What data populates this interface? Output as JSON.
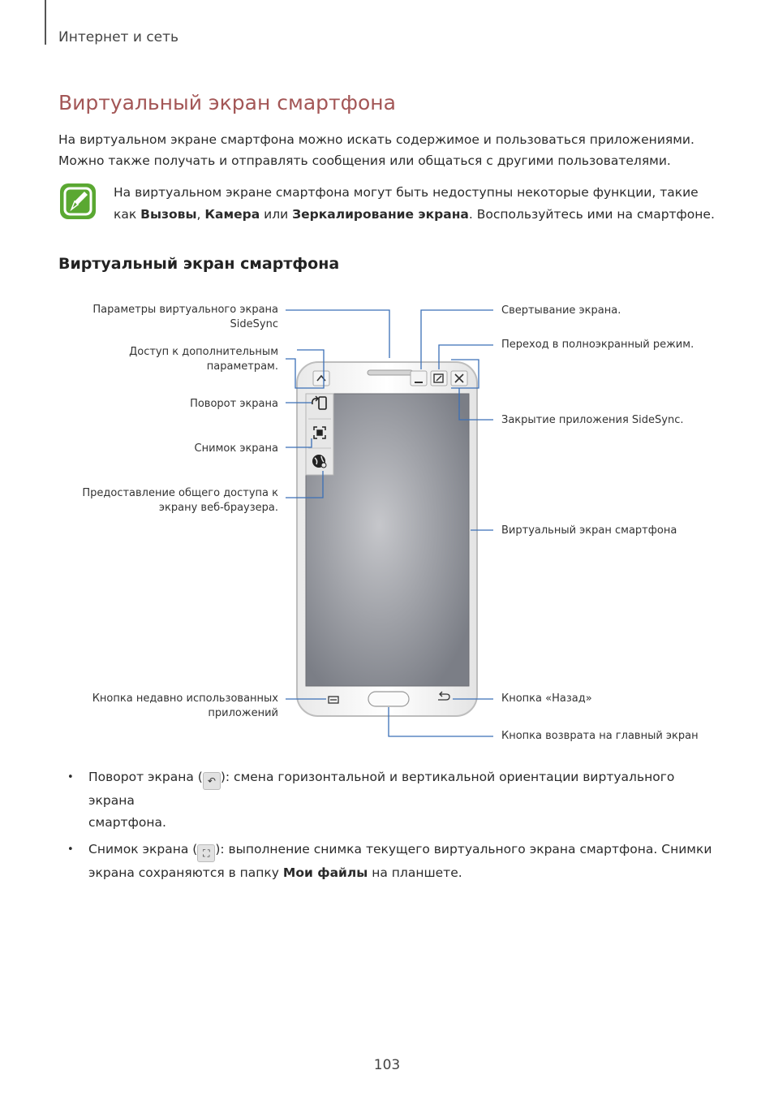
{
  "header": {
    "chapter": "Интернет и сеть"
  },
  "title": "Виртуальный экран смартфона",
  "intro": {
    "line1": "На виртуальном экране смартфона можно искать содержимое и пользоваться приложениями.",
    "line2": "Можно также получать и отправлять сообщения или общаться с другими пользователями."
  },
  "note": {
    "icon": "note-pencil-icon",
    "text_a": "На виртуальном экране смартфона могут быть недоступны некоторые функции, такие как ",
    "bold1": "Вызовы",
    "sep1": ", ",
    "bold2": "Камера",
    "sep2": " или ",
    "bold3": "Зеркалирование экрана",
    "text_b": ". Воспользуйтесь ими на смартфоне."
  },
  "subtitle": "Виртуальный экран смартфона",
  "figure": {
    "left_labels": {
      "params_l1": "Параметры виртуального экрана",
      "params_l2": "SideSync",
      "access_l1": "Доступ к дополнительным",
      "access_l2": "параметрам.",
      "rotate": "Поворот экрана",
      "capture": "Снимок экрана",
      "share_l1": "Предоставление общего доступа к",
      "share_l2": "экрану веб-браузера.",
      "recent_l1": "Кнопка недавно использованных",
      "recent_l2": "приложений"
    },
    "right_labels": {
      "minimize": "Свертывание экрана.",
      "fullscreen": "Переход в полноэкранный режим.",
      "close": "Закрытие приложения SideSync.",
      "virtual_screen": "Виртуальный экран смартфона",
      "back": "Кнопка «Назад»",
      "home": "Кнопка возврата на главный экран"
    },
    "colors": {
      "callout": "#3b6fb6",
      "screen": "#8a8d94",
      "phone_frame": "#dcdcdc"
    }
  },
  "bullets": [
    {
      "a": "Поворот экрана (",
      "b": "): смена горизонтальной и вертикальной ориентации виртуального экрана",
      "c": "смартфона."
    },
    {
      "a": "Снимок экрана (",
      "b": "): выполнение снимка текущего виртуального экрана смартфона. Снимки",
      "c": "экрана сохраняются в папку ",
      "bold": "Мои файлы",
      "d": " на планшете."
    }
  ],
  "page_number": "103"
}
